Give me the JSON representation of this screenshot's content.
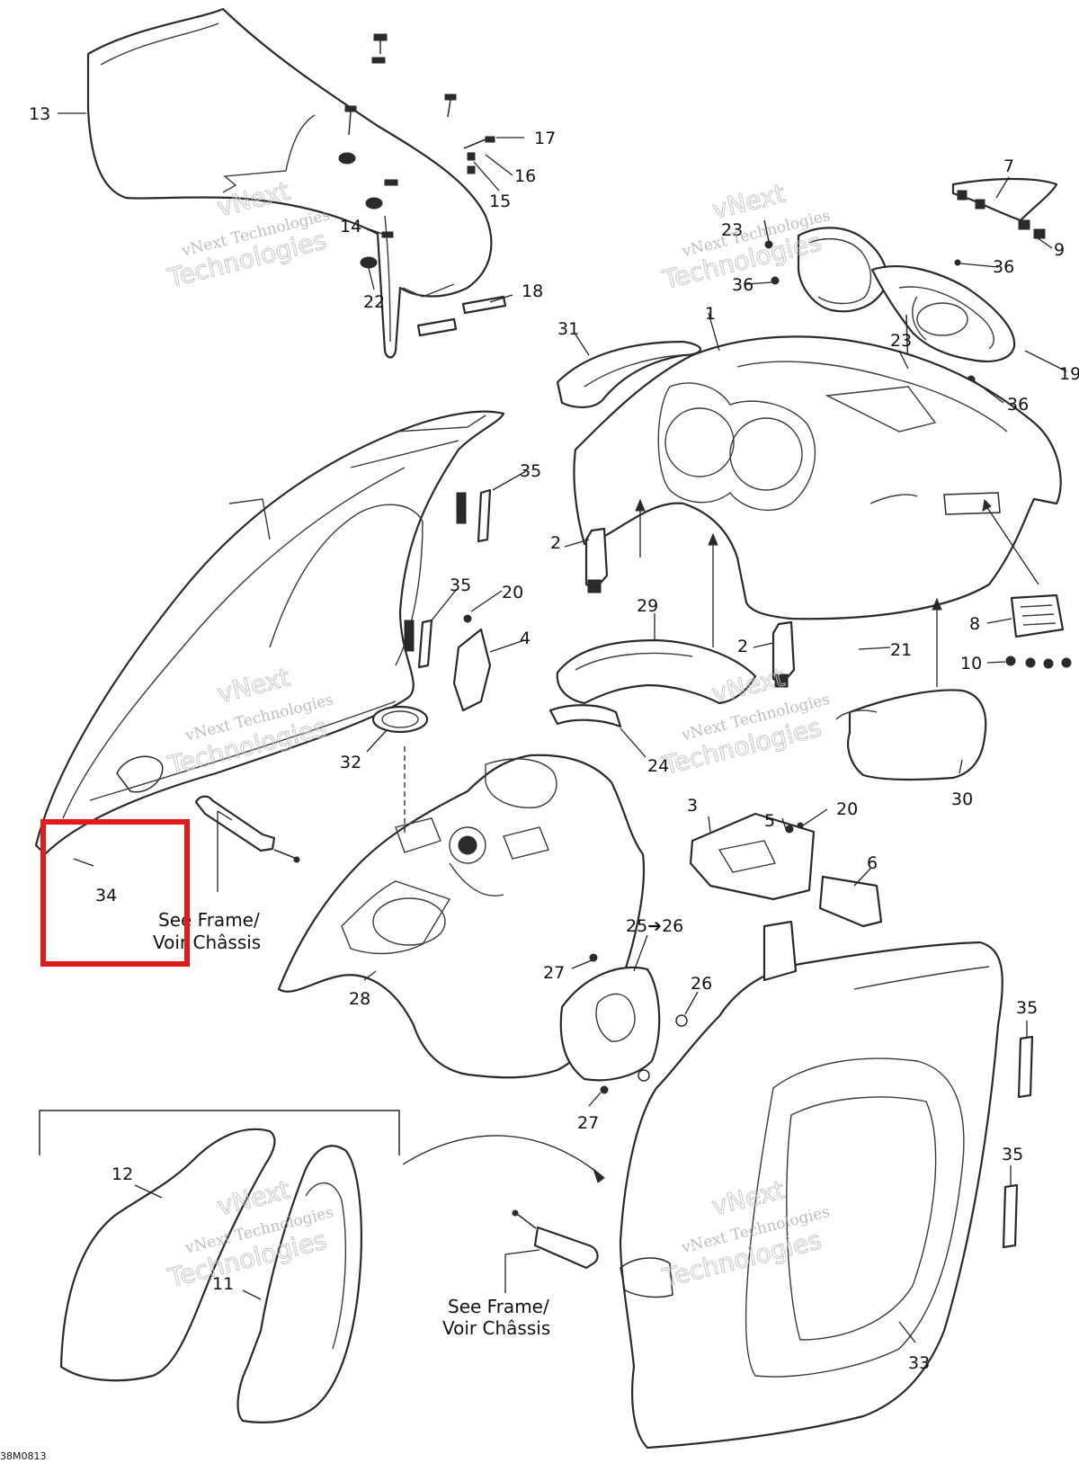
{
  "callouts": {
    "c1": "1",
    "c2a": "2",
    "c2b": "2",
    "c3": "3",
    "c4": "4",
    "c5": "5",
    "c6": "6",
    "c7": "7",
    "c8": "8",
    "c9": "9",
    "c10": "10",
    "c11": "11",
    "c12": "12",
    "c13": "13",
    "c14": "14",
    "c15": "15",
    "c16": "16",
    "c17": "17",
    "c18": "18",
    "c19": "19",
    "c20a": "20",
    "c20b": "20",
    "c21": "21",
    "c22": "22",
    "c23a": "23",
    "c23b": "23",
    "c24": "24",
    "c25": "25➔26",
    "c26": "26",
    "c27a": "27",
    "c27b": "27",
    "c28": "28",
    "c29": "29",
    "c30": "30",
    "c31": "31",
    "c32": "32",
    "c33": "33",
    "c34": "34",
    "c35a": "35",
    "c35b": "35",
    "c35c": "35",
    "c35d": "35",
    "c36a": "36",
    "c36b": "36",
    "c36c": "36"
  },
  "notes": {
    "frame_a_line1": "See Frame/",
    "frame_a_line2": "Voir Châssis",
    "frame_b_line1": "See Frame/",
    "frame_b_line2": "Voir Châssis"
  },
  "watermark": {
    "line1": "vNext Technologies",
    "line2": "vNext",
    "line3": "Technologies"
  },
  "reference_code": "38M0813",
  "highlight": {
    "target_callout": "34",
    "color": "#e11b1b"
  }
}
